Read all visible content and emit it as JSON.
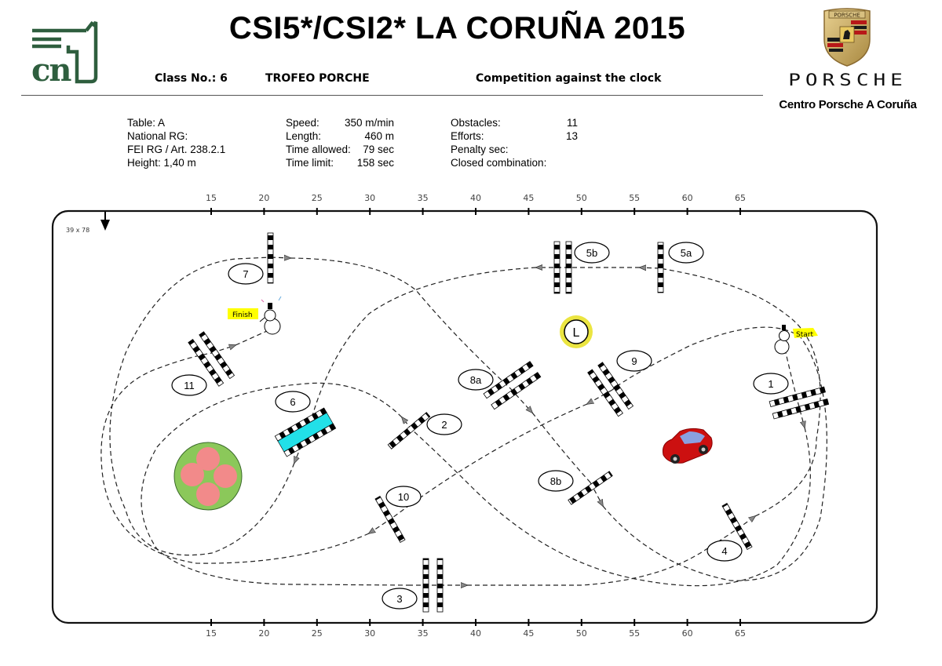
{
  "header": {
    "title": "CSI5*/CSI2* LA CORUÑA 2015",
    "class_no": "Class No.: 6",
    "trophy": "TROFEO PORCHE",
    "competition": "Competition against the clock"
  },
  "logos": {
    "left_logo_text": "cn",
    "sponsor_crest_text": "PORSCHE",
    "sponsor_wordmark": "PORSCHE",
    "sponsor_subtitle": "Centro Porsche A Coruña",
    "left_logo_color": "#2e5e3e"
  },
  "info": {
    "col1": [
      "Table: A",
      "National RG:",
      "FEI RG / Art. 238.2.1",
      "Height: 1,40 m"
    ],
    "col2": [
      {
        "label": "Speed:",
        "value": "350 m/min"
      },
      {
        "label": "Length:",
        "value": "460 m"
      },
      {
        "label": "Time allowed:",
        "value": "79 sec"
      },
      {
        "label": "Time limit:",
        "value": "158 sec"
      }
    ],
    "col3": [
      {
        "label": "Obstacles:",
        "value": "11"
      },
      {
        "label": "Efforts:",
        "value": "13"
      },
      {
        "label": "Penalty sec:",
        "value": ""
      },
      {
        "label": "Closed combination:",
        "value": ""
      }
    ]
  },
  "arena": {
    "dimensions": "39 x 78",
    "scale_ticks": [
      "15",
      "20",
      "25",
      "30",
      "35",
      "40",
      "45",
      "50",
      "55",
      "60",
      "65"
    ],
    "start_label": "Start",
    "finish_label": "Finish",
    "liverpool_label": "L",
    "obstacles": [
      {
        "id": "1",
        "type": "oxer"
      },
      {
        "id": "2",
        "type": "vertical"
      },
      {
        "id": "3",
        "type": "oxer"
      },
      {
        "id": "4",
        "type": "vertical"
      },
      {
        "id": "5a",
        "type": "vertical"
      },
      {
        "id": "5b",
        "type": "oxer"
      },
      {
        "id": "6",
        "type": "water-oxer"
      },
      {
        "id": "7",
        "type": "vertical"
      },
      {
        "id": "8a",
        "type": "oxer"
      },
      {
        "id": "8b",
        "type": "vertical"
      },
      {
        "id": "9",
        "type": "oxer"
      },
      {
        "id": "10",
        "type": "vertical"
      },
      {
        "id": "11",
        "type": "oxer"
      }
    ],
    "colors": {
      "water": "#22e0e8",
      "flowerbed_green": "#8bc85a",
      "flower_pink": "#f28a8a",
      "liverpool_glow": "#e8e020",
      "highlight_yellow": "#ffff00",
      "car_red": "#cc1010"
    }
  }
}
